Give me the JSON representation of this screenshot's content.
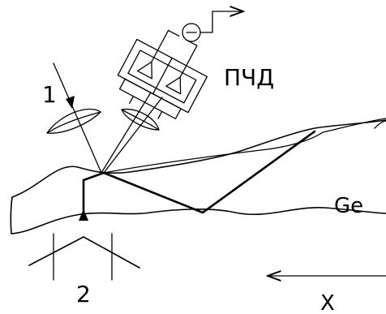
{
  "labels": {
    "beam": "1",
    "support": "2",
    "detector": "ПЧД",
    "material": "Ge",
    "axis": "X"
  },
  "colors": {
    "ink": "#000000",
    "background": "#ffffff"
  }
}
